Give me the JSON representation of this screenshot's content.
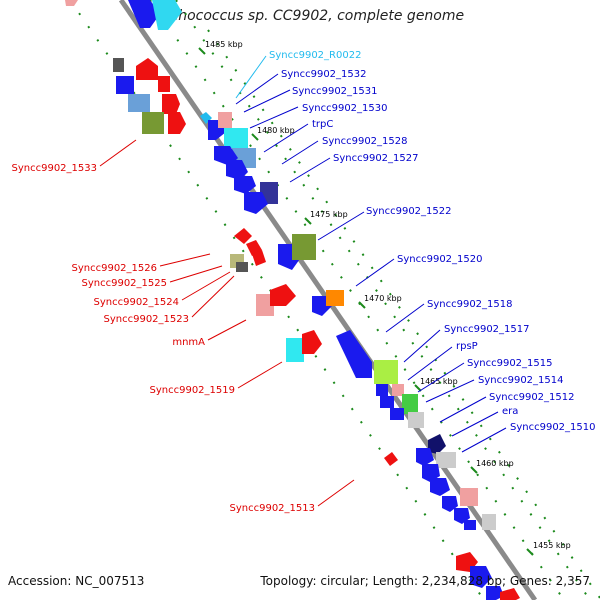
{
  "header": {
    "title": "Synechococcus sp. CC9902, complete genome"
  },
  "footer": {
    "accession": "Accession: NC_007513",
    "summary": "Topology: circular; Length: 2,234,828 bp; Genes: 2,357"
  },
  "colors": {
    "backbone": "#8a8a8a",
    "tick": "#1c8a1c",
    "right_label": "#0000cc",
    "left_label": "#dd0000",
    "rna_label": "#22bbee"
  },
  "scale_marks": [
    "1485 kbp",
    "1480 kbp",
    "1475 kbp",
    "1470 kbp",
    "1465 kbp",
    "1460 kbp",
    "1455 kbp"
  ],
  "right_genes": [
    {
      "label": "Syncc9902_R0022",
      "kind": "rna"
    },
    {
      "label": "Syncc9902_1532",
      "kind": "cds"
    },
    {
      "label": "Syncc9902_1531",
      "kind": "cds"
    },
    {
      "label": "Syncc9902_1530",
      "kind": "cds"
    },
    {
      "label": "trpC",
      "kind": "cds"
    },
    {
      "label": "Syncc9902_1528",
      "kind": "cds"
    },
    {
      "label": "Syncc9902_1527",
      "kind": "cds"
    },
    {
      "label": "Syncc9902_1522",
      "kind": "cds"
    },
    {
      "label": "Syncc9902_1520",
      "kind": "cds"
    },
    {
      "label": "Syncc9902_1518",
      "kind": "cds"
    },
    {
      "label": "Syncc9902_1517",
      "kind": "cds"
    },
    {
      "label": "rpsP",
      "kind": "cds"
    },
    {
      "label": "Syncc9902_1515",
      "kind": "cds"
    },
    {
      "label": "Syncc9902_1514",
      "kind": "cds"
    },
    {
      "label": "Syncc9902_1512",
      "kind": "cds"
    },
    {
      "label": "era",
      "kind": "cds"
    },
    {
      "label": "Syncc9902_1510",
      "kind": "cds"
    }
  ],
  "left_genes": [
    {
      "label": "Syncc9902_1533"
    },
    {
      "label": "Syncc9902_1526"
    },
    {
      "label": "Syncc9902_1525"
    },
    {
      "label": "Syncc9902_1524"
    },
    {
      "label": "Syncc9902_1523"
    },
    {
      "label": "mnmA"
    },
    {
      "label": "Syncc9902_1519"
    },
    {
      "label": "Syncc9902_1513"
    }
  ]
}
